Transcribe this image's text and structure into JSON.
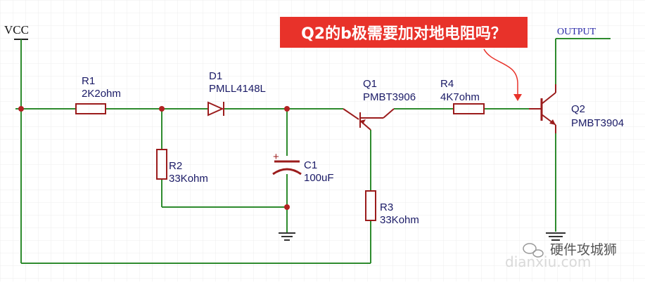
{
  "schematic": {
    "vcc_label": "VCC",
    "output_label": "OUTPUT",
    "question": "Q2的b极需要加对地电阻吗？",
    "components": [
      {
        "ref": "R1",
        "value": "2K2ohm"
      },
      {
        "ref": "D1",
        "value": "PMLL4148L"
      },
      {
        "ref": "Q1",
        "value": "PMBT3906"
      },
      {
        "ref": "R4",
        "value": "4K7ohm"
      },
      {
        "ref": "Q2",
        "value": "PMBT3904"
      },
      {
        "ref": "R2",
        "value": "33Kohm"
      },
      {
        "ref": "C1",
        "value": "100uF"
      },
      {
        "ref": "R3",
        "value": "33Kohm"
      }
    ],
    "capacitor_polarity": "+"
  },
  "watermark": {
    "brand": "硬件攻城狮",
    "site": "dianxiu.com"
  },
  "colors": {
    "wire": "#2e8b2e",
    "component": "#9b1c1c",
    "label": "#1a1a66",
    "callout_bg": "#e8322a",
    "callout_text": "#ffffff",
    "grid": "#ececec"
  }
}
